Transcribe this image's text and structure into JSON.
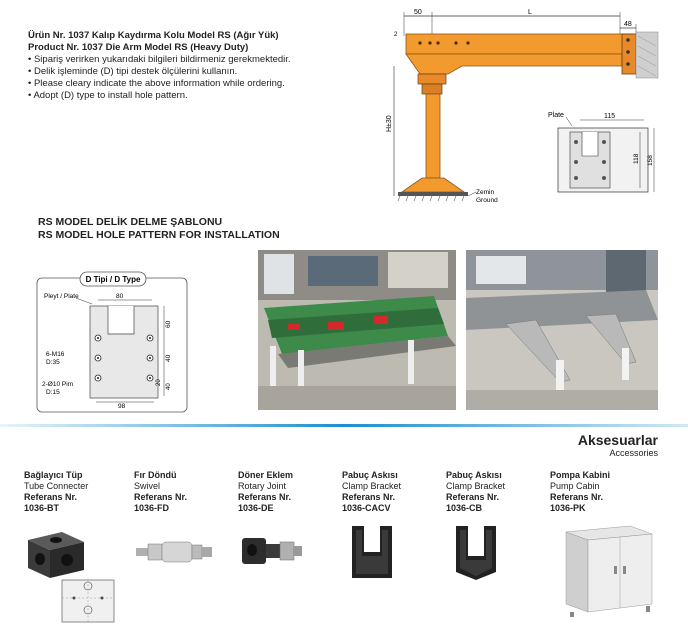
{
  "header": {
    "title_tr": "Ürün Nr. 1037 Kalıp Kaydırma Kolu Model RS (Ağır Yük)",
    "title_en": "Product Nr. 1037 Die Arm Model RS (Heavy Duty)",
    "bullets": [
      "• Sipariş verirken yukarıdaki bilgileri bildirmeniz gerekmektedir.",
      "• Delik işleminde (D) tipi destek ölçülerini kullanın.",
      "• Please cleary indicate the above information while ordering.",
      "• Adopt (D) type to install hole pattern."
    ]
  },
  "arm_drawing": {
    "dim_50": "50",
    "dim_L": "L",
    "dim_48": "48",
    "dim_2": "2",
    "dim_h": "H±30",
    "ground_tr": "Zemin",
    "ground_en": "Ground"
  },
  "plate_drawing": {
    "label": "Plate",
    "dim_115": "115",
    "dim_118": "118",
    "dim_158": "158"
  },
  "pattern_section": {
    "title_tr": "RS MODEL DELİK DELME ŞABLONU",
    "title_en": "RS MODEL HOLE PATTERN FOR INSTALLATION"
  },
  "d_type": {
    "badge": "D Tipi / D Type",
    "plate_label": "Pleyt / Plate",
    "dim_80": "80",
    "dim_60": "60",
    "dim_40": "40",
    "dim_20": "20",
    "dim_98": "98",
    "m16": "6-M16",
    "d35": "D:35",
    "pin": "2-Ø10 Pim",
    "d15": "D:15"
  },
  "accessories": {
    "title_tr": "Aksesuarlar",
    "title_en": "Accessories",
    "items": [
      {
        "name_tr": "Bağlayıcı Tüp",
        "name_en": "Tube Connecter",
        "ref_label": "Referans Nr.",
        "ref": "1036-BT"
      },
      {
        "name_tr": "Fır Döndü",
        "name_en": "Swivel",
        "ref_label": "Referans Nr.",
        "ref": "1036-FD"
      },
      {
        "name_tr": "Döner Eklem",
        "name_en": "Rotary Joint",
        "ref_label": "Referans Nr.",
        "ref": "1036-DE"
      },
      {
        "name_tr": "Pabuç Askısı",
        "name_en": "Clamp Bracket",
        "ref_label": "Referans Nr.",
        "ref": "1036-CACV"
      },
      {
        "name_tr": "Pabuç Askısı",
        "name_en": "Clamp Bracket",
        "ref_label": "Referans Nr.",
        "ref": "1036-CB"
      },
      {
        "name_tr": "Pompa Kabini",
        "name_en": "Pump Cabin",
        "ref_label": "Referans Nr.",
        "ref": "1036-PK"
      }
    ]
  },
  "colors": {
    "orange": "#f29a2e",
    "blue_line": "#1c8fd0",
    "green_table": "#3d8a4a",
    "grey_dark": "#3a3a3a"
  }
}
